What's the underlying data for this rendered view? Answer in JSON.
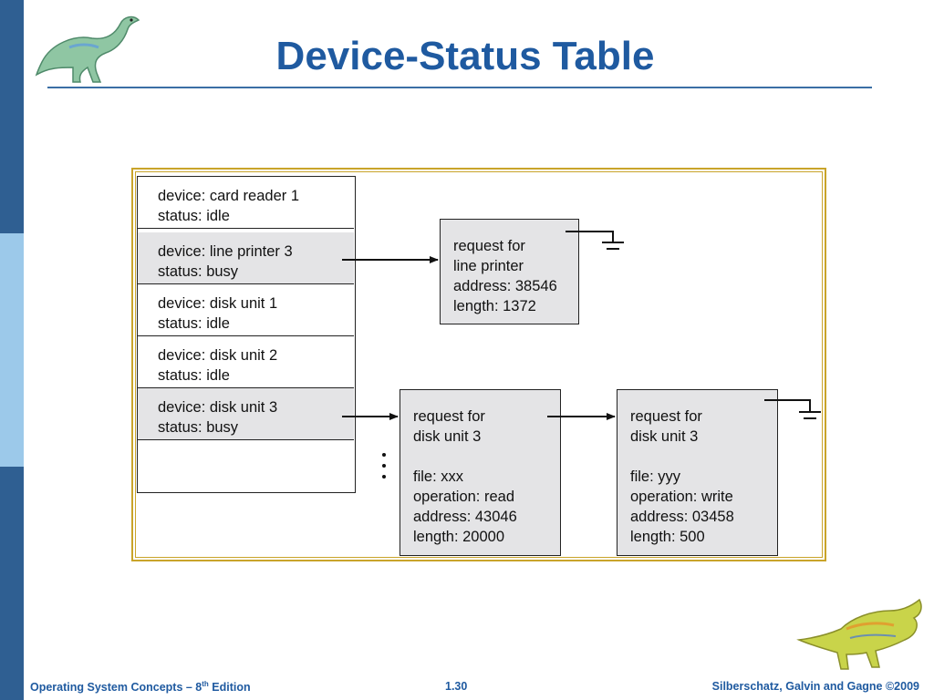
{
  "slide": {
    "title": "Device-Status Table"
  },
  "device_table": [
    {
      "device": "device: card reader 1",
      "status": "status: idle"
    },
    {
      "device": "device: line printer 3",
      "status": "status: busy"
    },
    {
      "device": "device: disk unit 1",
      "status": "status: idle"
    },
    {
      "device": "device: disk unit 2",
      "status": "status: idle"
    },
    {
      "device": "device: disk unit 3",
      "status": "status: busy"
    }
  ],
  "requests": {
    "printer": {
      "l1": "request for",
      "l2": "line printer",
      "l3": "address: 38546",
      "l4": "length: 1372"
    },
    "disk1": {
      "l1": "request for",
      "l2": "disk unit 3",
      "l3": "file: xxx",
      "l4": "operation: read",
      "l5": "address: 43046",
      "l6": "length: 20000"
    },
    "disk2": {
      "l1": "request for",
      "l2": "disk unit 3",
      "l3": "file: yyy",
      "l4": "operation: write",
      "l5": "address: 03458",
      "l6": "length: 500"
    }
  },
  "footer": {
    "left_main": "Operating System Concepts – 8",
    "left_sup": "th",
    "left_end": " Edition",
    "page": "1.30",
    "copyright": "Silberschatz, Galvin and Gagne ©2009"
  },
  "colors": {
    "title": "#1f5aa0",
    "sidebar": "#2f5f92",
    "sidebar_light": "#9cc9ea",
    "frame": "#c9a42a",
    "busy_fill": "#e4e4e6"
  }
}
